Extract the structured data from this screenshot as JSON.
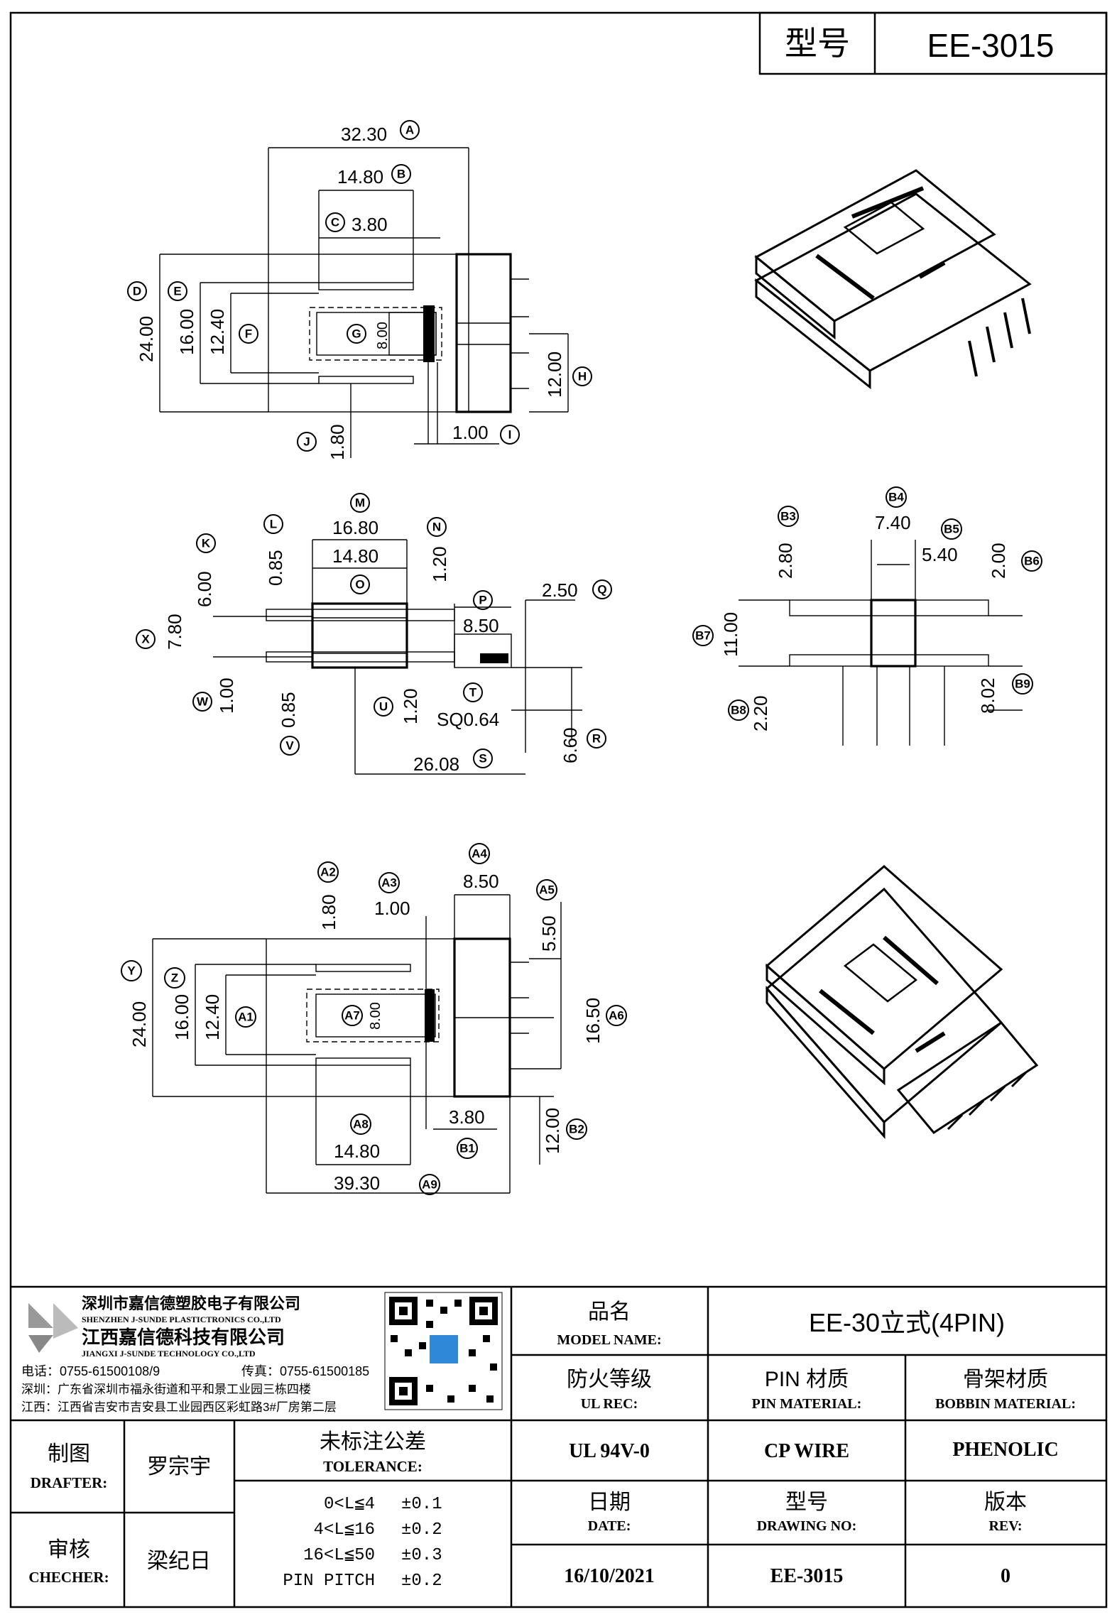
{
  "title_block": {
    "model_label": "型号",
    "model_value": "EE-3015"
  },
  "company": {
    "name_cn_1": "深圳市嘉信德塑胶电子有限公司",
    "name_en_1": "SHENZHEN J-SUNDE PLASTICTRONICS CO.,LTD",
    "name_cn_2": "江西嘉信德科技有限公司",
    "name_en_2": "JIANGXI J-SUNDE TECHNOLOGY CO.,LTD",
    "phone": "电话：0755-61500108/9",
    "fax": "传真：0755-61500185",
    "addr_sz": "深圳：广东省深圳市福永街道和平和景工业园三栋四楼",
    "addr_jx": "江西：江西省吉安市吉安县工业园西区彩虹路3#厂房第二层"
  },
  "fields": {
    "model_name_cn": "品名",
    "model_name_en": "MODEL NAME:",
    "model_name_value": "EE-30立式(4PIN)",
    "ul_cn": "防火等级",
    "ul_en": "UL REC:",
    "ul_value": "UL 94V-0",
    "pin_cn": "PIN 材质",
    "pin_en": "PIN MATERIAL:",
    "pin_value": "CP WIRE",
    "bobbin_cn": "骨架材质",
    "bobbin_en": "BOBBIN MATERIAL:",
    "bobbin_value": "PHENOLIC",
    "date_cn": "日期",
    "date_en": "DATE:",
    "date_value": "16/10/2021",
    "dwg_cn": "型号",
    "dwg_en": "DRAWING NO:",
    "dwg_value": "EE-3015",
    "rev_cn": "版本",
    "rev_en": "REV:",
    "rev_value": "0",
    "drafter_cn": "制图",
    "drafter_en": "DRAFTER:",
    "drafter_value": "罗宗宇",
    "checker_cn": "审核",
    "checker_en": "CHECHER:",
    "checker_value": "梁纪日",
    "tol_cn": "未标注公差",
    "tol_en": "TOLERANCE:",
    "tol_rows": [
      {
        "range": "0<L≦4",
        "value": "±0.1"
      },
      {
        "range": "4<L≦16",
        "value": "±0.2"
      },
      {
        "range": "16<L≦50",
        "value": "±0.3"
      },
      {
        "range": "PIN PITCH",
        "value": "±0.2"
      }
    ]
  },
  "dims": {
    "A": "32.30",
    "B": "14.80",
    "C": "3.80",
    "D": "24.00",
    "E": "16.00",
    "F": "12.40",
    "G": "8.00",
    "H": "12.00",
    "I": "1.00",
    "J": "1.80",
    "K": "6.00",
    "L": "0.85",
    "M": "16.80",
    "N": "1.20",
    "O": "14.80",
    "P": "8.50",
    "Q": "2.50",
    "R": "6.60",
    "S": "26.08",
    "T": "SQ0.64",
    "U": "1.20",
    "V": "0.85",
    "W": "1.00",
    "X": "7.80",
    "B3": "2.80",
    "B4": "7.40",
    "B5": "5.40",
    "B6": "2.00",
    "B7": "11.00",
    "B8": "2.20",
    "B9": "8.02",
    "A2": "1.80",
    "A3": "1.00",
    "A4": "8.50",
    "A5": "5.50",
    "A6": "16.50",
    "A7": "8.00",
    "A8": "14.80",
    "A9": "39.30",
    "B1": "3.80",
    "B2": "12.00",
    "Y": "24.00",
    "Z": "16.00",
    "A1": "12.40"
  },
  "callouts": [
    "A",
    "B",
    "C",
    "D",
    "E",
    "F",
    "G",
    "H",
    "I",
    "J",
    "K",
    "L",
    "M",
    "N",
    "O",
    "P",
    "Q",
    "R",
    "S",
    "T",
    "U",
    "V",
    "W",
    "X",
    "B3",
    "B4",
    "B5",
    "B6",
    "B7",
    "B8",
    "B9",
    "A1",
    "A2",
    "A3",
    "A4",
    "A5",
    "A6",
    "A7",
    "A8",
    "A9",
    "B1",
    "B2",
    "Y",
    "Z"
  ]
}
